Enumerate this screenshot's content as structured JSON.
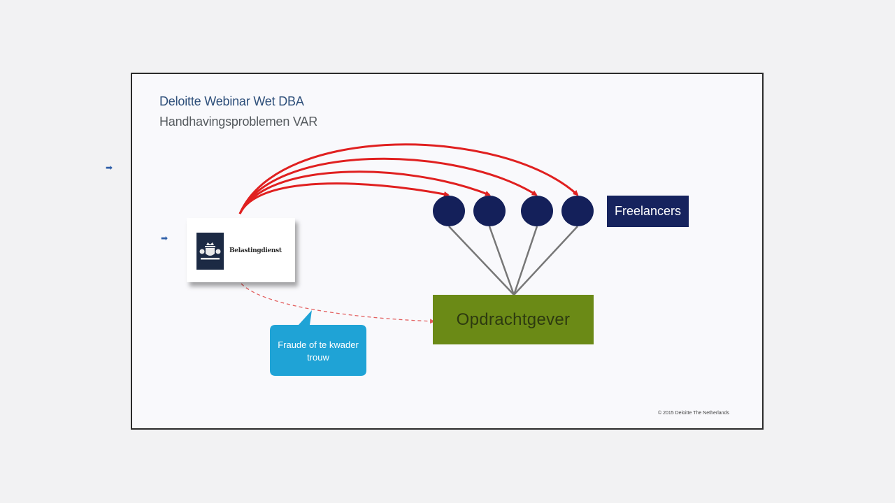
{
  "slide": {
    "title": "Deloitte Webinar Wet DBA",
    "subtitle": "Handhavingsproblemen VAR",
    "copyright": "© 2015 Deloitte The Netherlands"
  },
  "nodes": {
    "belastingdienst": "Belastingdienst",
    "freelancers": "Freelancers",
    "opdrachtgever": "Opdrachtgever",
    "callout": "Fraude of te kwader trouw"
  },
  "bullet_icon": "arrow-right-icon",
  "colors": {
    "red_arrows": "#e02020",
    "freelancer_circle": "#14205a",
    "freelancers_box": "#16235e",
    "opdrachtgever_box": "#6b8a16",
    "callout": "#1fa3d6",
    "title": "#2e4f7a"
  }
}
